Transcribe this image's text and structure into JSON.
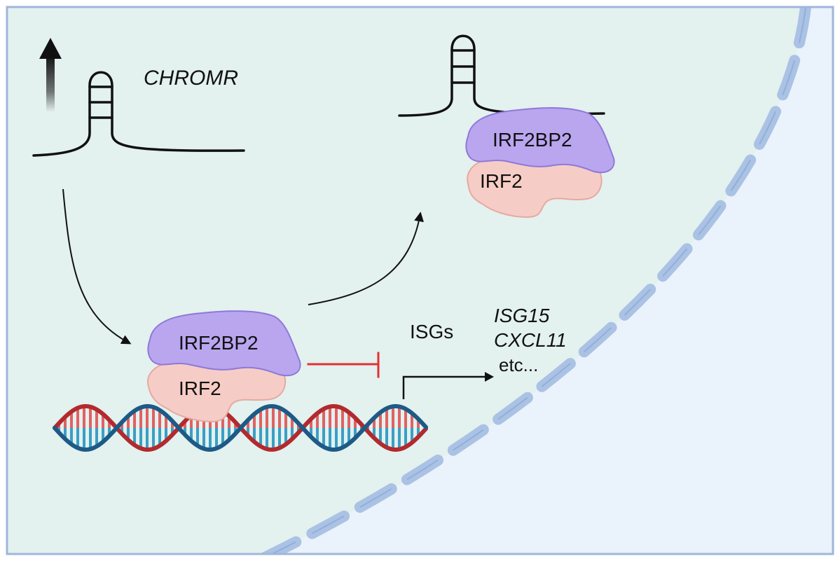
{
  "labels": {
    "lncrna": "CHROMR",
    "irf2bp2_top": "IRF2BP2",
    "irf2_top": "IRF2",
    "irf2bp2_bottom": "IRF2BP2",
    "irf2_bottom": "IRF2",
    "isgs": "ISGs",
    "gene_1": "ISG15",
    "gene_2": "CXCL11",
    "gene_etc": "etc..."
  },
  "colors": {
    "cytoplasm": "#e3f1ef",
    "nucleus": "#eaf2fb",
    "border": "#9fb6db",
    "envelope": "#aac2e4",
    "irf2bp2": "#b9a6ef",
    "irf2": "#f6cdc6",
    "repression": "#e43030",
    "dna_blue": "#1d5a86",
    "dna_red": "#b22a2e"
  }
}
